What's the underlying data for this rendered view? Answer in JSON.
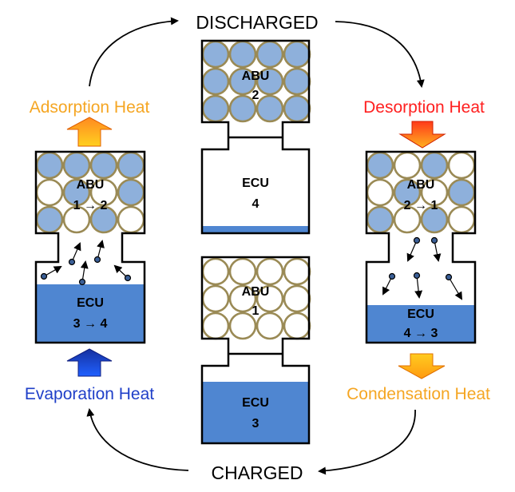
{
  "states": {
    "top": "DISCHARGED",
    "bottom": "CHARGED"
  },
  "left": {
    "heat_top": "Adsorption Heat",
    "heat_bottom": "Evaporation Heat",
    "abu": "ABU",
    "abu_change": "1 → 2",
    "ecu": "ECU",
    "ecu_change": "3 → 4"
  },
  "center_top": {
    "abu": "ABU",
    "abu_level": "2",
    "ecu": "ECU",
    "ecu_level": "4"
  },
  "center_bottom": {
    "abu": "ABU",
    "abu_level": "1",
    "ecu": "ECU",
    "ecu_level": "3"
  },
  "right": {
    "heat_top": "Desorption Heat",
    "heat_bottom": "Condensation Heat",
    "abu": "ABU",
    "abu_change": "2 → 1",
    "ecu": "ECU",
    "ecu_change": "4 → 3"
  },
  "colors": {
    "adsorption": "#f5a623",
    "evaporation": "#1f3fc8",
    "desorption": "#ff2020",
    "condensation": "#f5a623",
    "water": "#4f86d1",
    "particle": "#3b5f96",
    "sorbent_ring": "#9a8a55"
  }
}
